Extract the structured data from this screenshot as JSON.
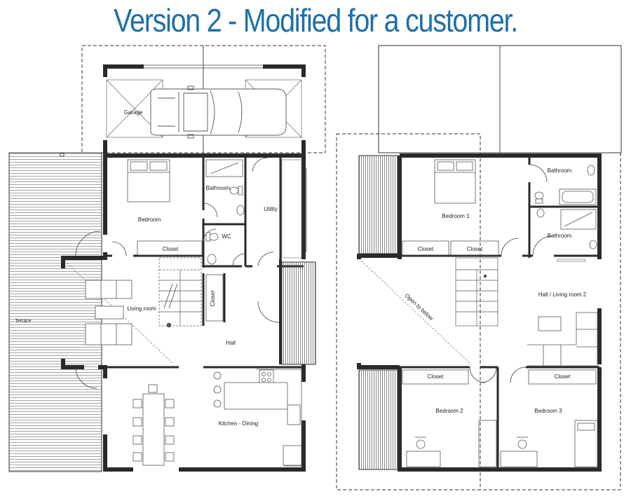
{
  "title": "Version 2 - Modified for a customer.",
  "colors": {
    "title": "#1f6fa8",
    "wall": "#2a2a2a",
    "line": "#333333"
  },
  "ground_floor": {
    "rooms": {
      "garage": "Garage",
      "bedroom": "Bedroom",
      "bathroom": "Bathroom",
      "closet": "Closet",
      "wc": "WC",
      "utility": "Utility",
      "closet_hall": "Closet",
      "living_room": "Living room",
      "hall": "Hall",
      "terrace": "Terrace",
      "kitchen_dining": "Kitchen - Dining"
    }
  },
  "first_floor": {
    "rooms": {
      "bedroom1": "Bedroom 1",
      "closet_a": "Closet",
      "closet_b": "Closet",
      "bathroom_top": "Bathroom",
      "bathroom_bottom": "Bathroom",
      "hall_living2": "Hall / Living room 2",
      "open_to_below": "Open to below",
      "closet_bed2": "Closet",
      "closet_bed3": "Closet",
      "bedroom2": "Bedroom 2",
      "bedroom3": "Bedroom 3"
    }
  }
}
